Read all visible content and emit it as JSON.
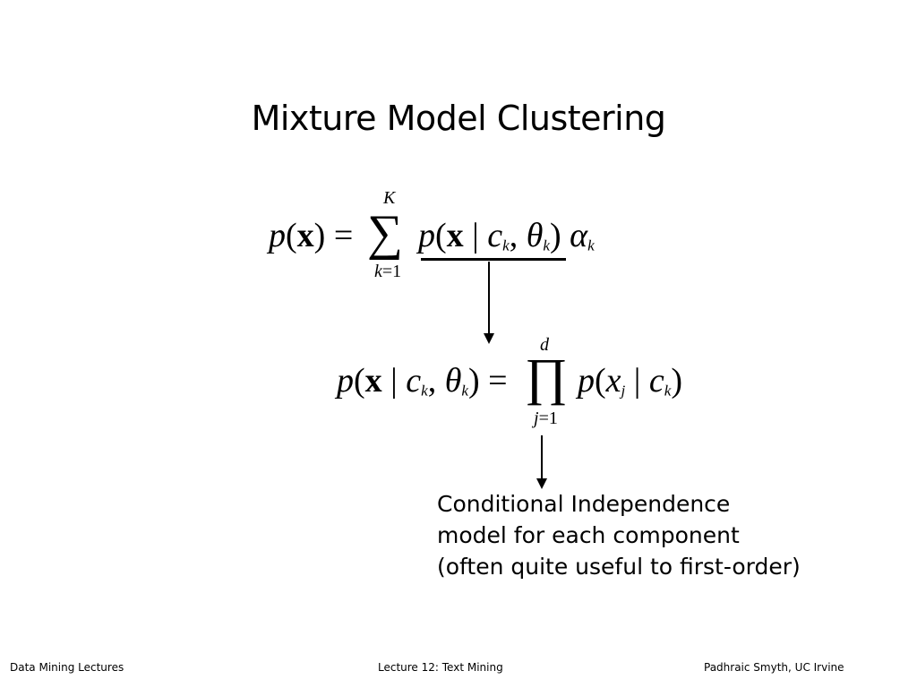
{
  "slide": {
    "title": "Mixture Model Clustering"
  },
  "equation1": {
    "lhs": "p(x) =",
    "upper_limit": "K",
    "lower_limit": "k=1",
    "sum_symbol": "∑",
    "term": "p(x | ck, θk) αk"
  },
  "equation2": {
    "lhs": "p(x | ck, θk) =",
    "upper_limit": "d",
    "lower_limit": "j=1",
    "product_symbol": "∏",
    "term": "p(xj | ck)"
  },
  "note": {
    "line1": "Conditional Independence",
    "line2": "model for each component",
    "line3": "(often quite useful to first-order)"
  },
  "footer": {
    "left": "Data Mining Lectures",
    "center": "Lecture 12: Text Mining",
    "right": "Padhraic Smyth, UC Irvine"
  }
}
